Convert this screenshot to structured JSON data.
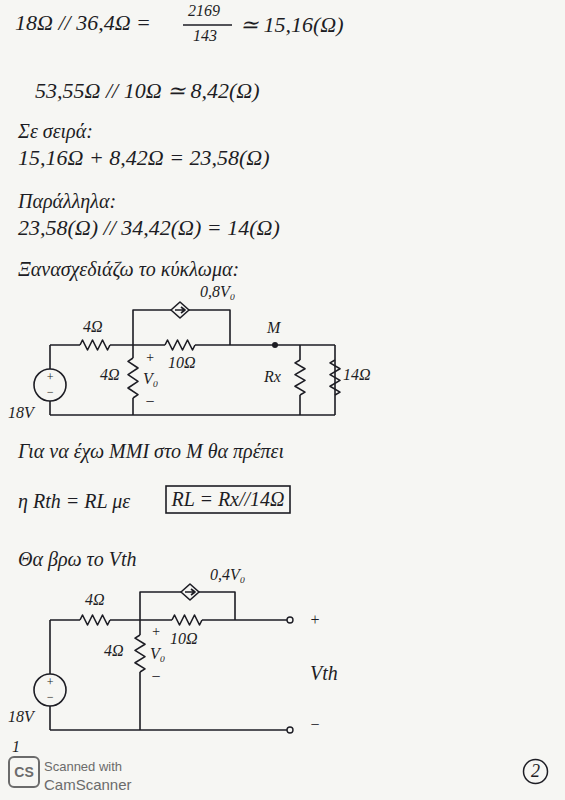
{
  "diagram": {
    "nodes": [
      {
        "text": [
          "RL = Rx//14Ω"
        ]
      },
      {
        "text": [
          "2"
        ]
      },
      {
        "text": [
          "CS"
        ]
      }
    ],
    "labels": [
      "18Ω // 36,4Ω =",
      "2169",
      "143",
      "≃ 15,16(Ω)",
      "53,55Ω // 10Ω ≃ 8,42(Ω)",
      "Σε σειρά:",
      "15,16Ω + 8,42Ω = 23,58(Ω)",
      "Παράλληλα:",
      "23,58(Ω) // 34,42(Ω) = 14(Ω)",
      "Ξανασχεδιάζω το κύκλωμα:",
      "4Ω",
      "0,8V₀",
      "10Ω",
      "Μ",
      "4Ω",
      "+",
      "V₀",
      "−",
      "+",
      "−",
      "18V",
      "Rx",
      "14Ω",
      "Για να έχω ΜΜΙ στο Μ θα πρέπει",
      "η Rth = RL με",
      "Θα βρω το Vth",
      "4Ω",
      "0,4V₀",
      "10Ω",
      "4Ω",
      "+",
      "V₀",
      "−",
      "+",
      "−",
      "18V",
      "+",
      "Vth",
      "−",
      "1",
      "Scanned with",
      "CamScanner"
    ]
  }
}
